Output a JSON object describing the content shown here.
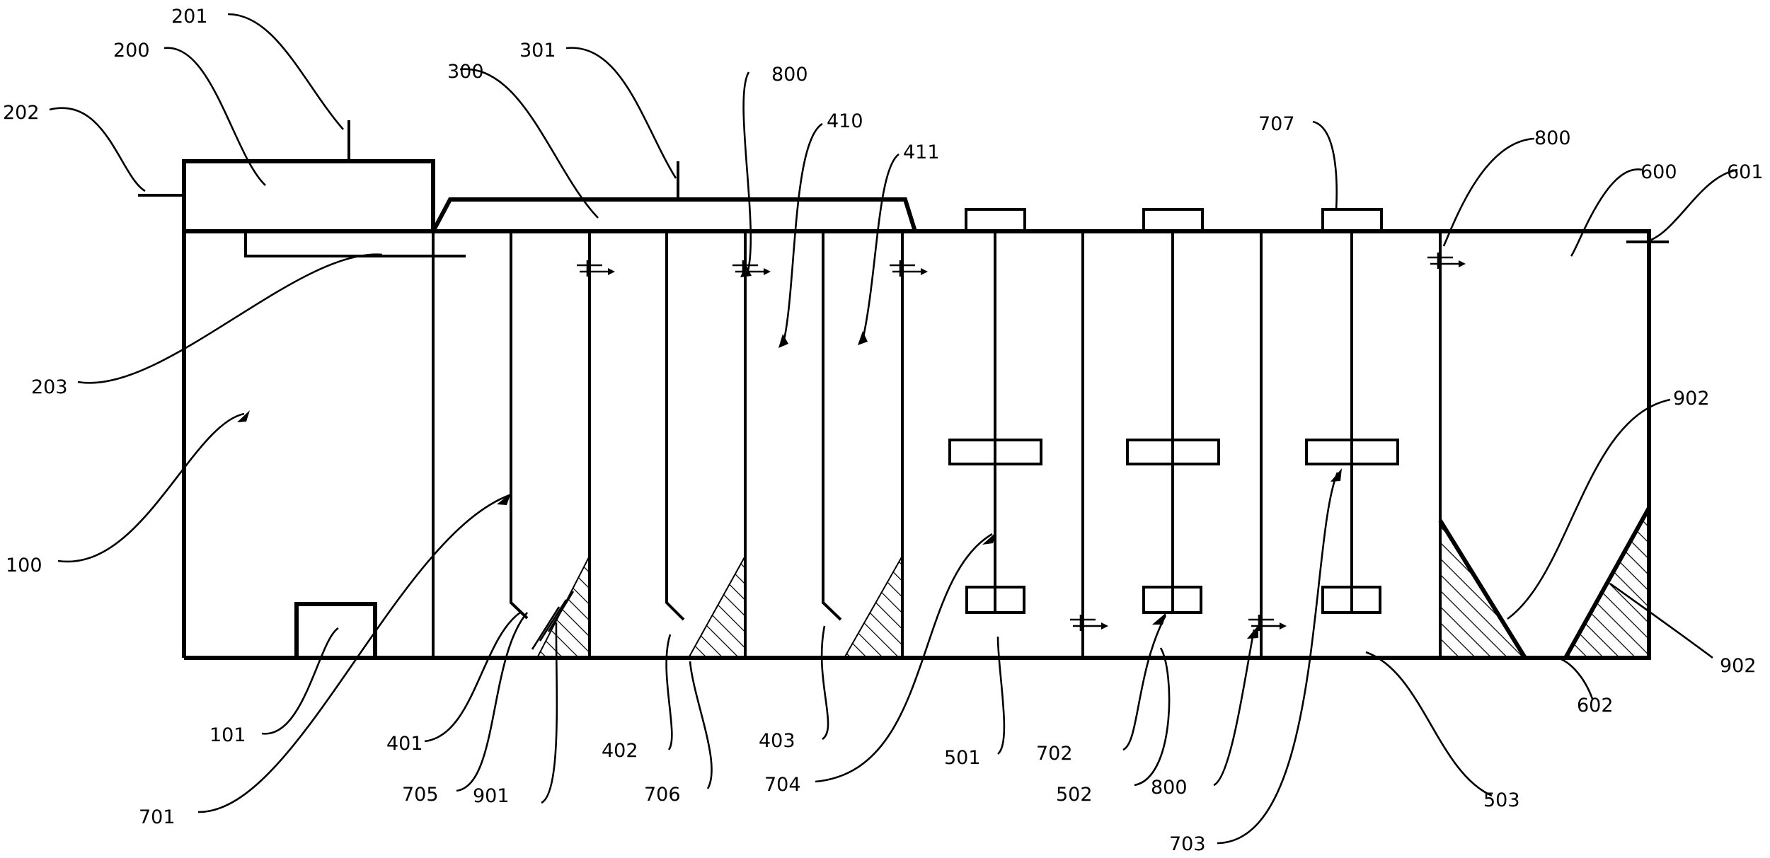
{
  "labels": {
    "l100": "100",
    "l101": "101",
    "l200": "200",
    "l201": "201",
    "l202": "202",
    "l203": "203",
    "l300": "300",
    "l301": "301",
    "l401": "401",
    "l402": "402",
    "l403": "403",
    "l410": "410",
    "l411": "411",
    "l501": "501",
    "l502": "502",
    "l503": "503",
    "l600": "600",
    "l601": "601",
    "l602": "602",
    "l701": "701",
    "l702": "702",
    "l703": "703",
    "l704": "704",
    "l705": "705",
    "l706": "706",
    "l707": "707",
    "l800a": "800",
    "l800b": "800",
    "l800c": "800",
    "l901": "901",
    "l902a": "902",
    "l902b": "902"
  }
}
